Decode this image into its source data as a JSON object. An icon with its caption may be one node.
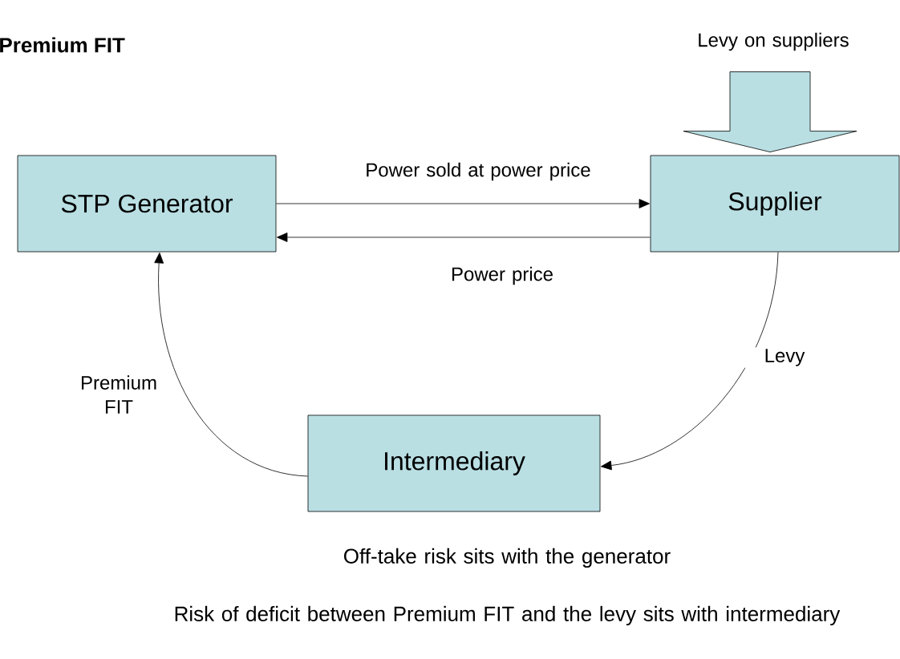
{
  "diagram": {
    "title": "Premium FIT",
    "nodes": [
      {
        "text": [
          "STP Generator"
        ]
      },
      {
        "text": [
          "Supplier"
        ]
      },
      {
        "text": [
          "Intermediary"
        ]
      }
    ],
    "edges": [
      {
        "from": 0,
        "to": 1,
        "arrow": "to",
        "label": "Power sold at power price"
      },
      {
        "from": 1,
        "to": 0,
        "arrow": "to",
        "label": "Power price"
      },
      {
        "from": 1,
        "to": 2,
        "arrow": "to",
        "label": "Levy"
      },
      {
        "from": 2,
        "to": 0,
        "arrow": "to",
        "label": "Premium FIT"
      },
      {
        "from": null,
        "to": 1,
        "arrow": "to",
        "label": "Levy on suppliers",
        "style": "thick"
      }
    ],
    "labels": [
      "Off-take risk sits with the generator",
      "Risk of deficit between Premium FIT and the levy sits with intermediary"
    ]
  }
}
